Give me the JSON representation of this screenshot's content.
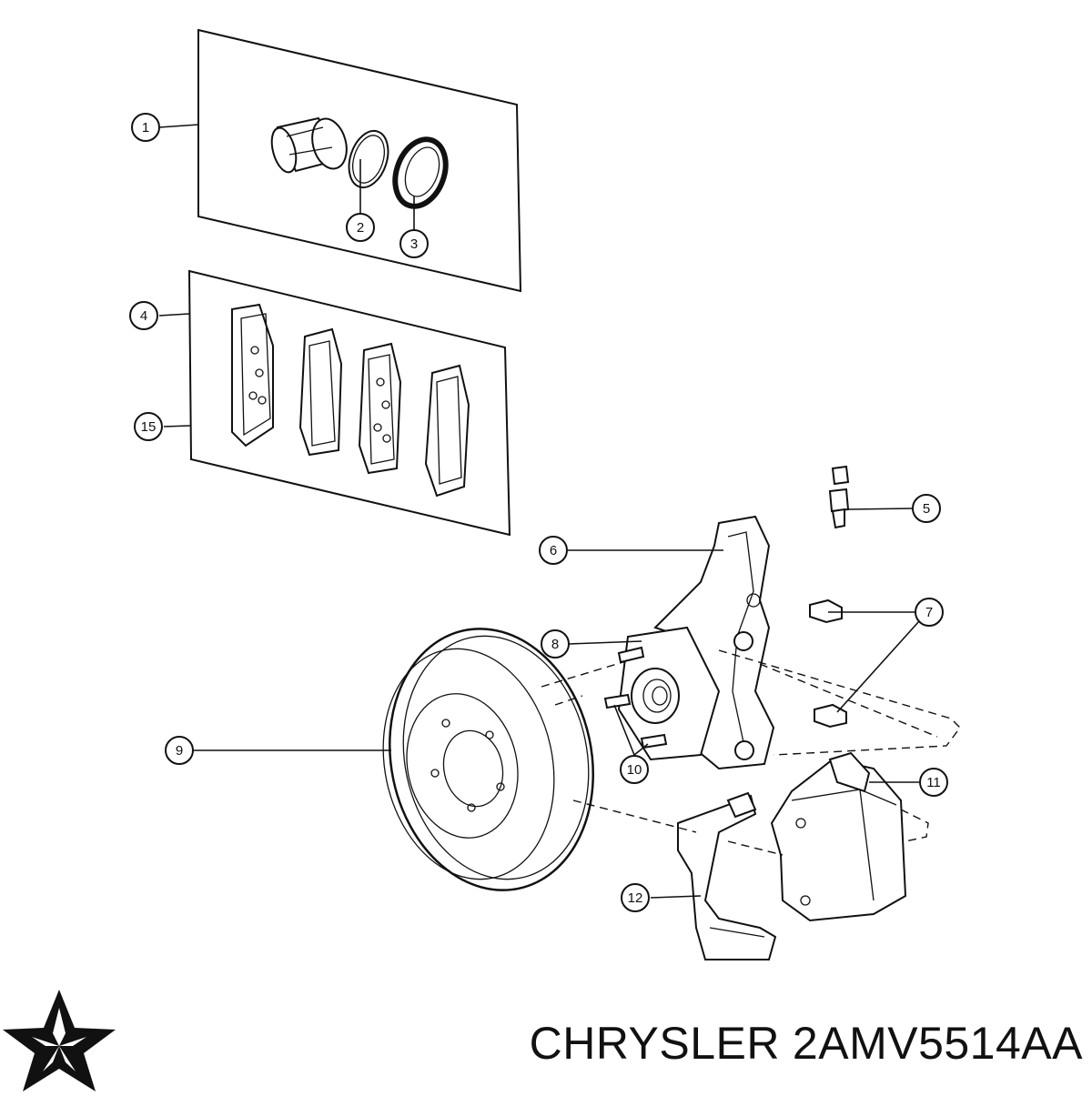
{
  "callouts": [
    {
      "id": "1",
      "label": "1"
    },
    {
      "id": "2",
      "label": "2"
    },
    {
      "id": "3",
      "label": "3"
    },
    {
      "id": "4",
      "label": "4"
    },
    {
      "id": "15",
      "label": "15"
    },
    {
      "id": "5",
      "label": "5"
    },
    {
      "id": "6",
      "label": "6"
    },
    {
      "id": "7",
      "label": "7"
    },
    {
      "id": "8",
      "label": "8"
    },
    {
      "id": "9",
      "label": "9"
    },
    {
      "id": "10",
      "label": "10"
    },
    {
      "id": "11",
      "label": "11"
    },
    {
      "id": "12",
      "label": "12"
    }
  ],
  "caption": {
    "brand": "CHRYSLER",
    "part_number": "2AMV5514AA"
  },
  "logo": {
    "name": "chrysler-pentastar-logo"
  }
}
